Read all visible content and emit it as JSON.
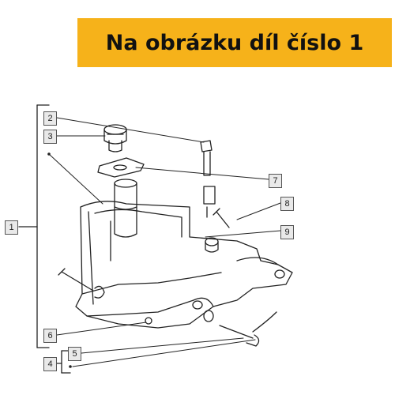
{
  "banner": {
    "text": "Na obrázku díl číslo 1"
  },
  "callouts": [
    {
      "id": "1",
      "label": "1"
    },
    {
      "id": "2",
      "label": "2"
    },
    {
      "id": "3",
      "label": "3"
    },
    {
      "id": "4",
      "label": "4"
    },
    {
      "id": "5",
      "label": "5"
    },
    {
      "id": "6",
      "label": "6"
    },
    {
      "id": "7",
      "label": "7"
    },
    {
      "id": "8",
      "label": "8"
    },
    {
      "id": "9",
      "label": "9"
    }
  ],
  "colors": {
    "banner": "#f6b21a",
    "line": "#222222",
    "callout_fill": "#e9e9e9"
  }
}
